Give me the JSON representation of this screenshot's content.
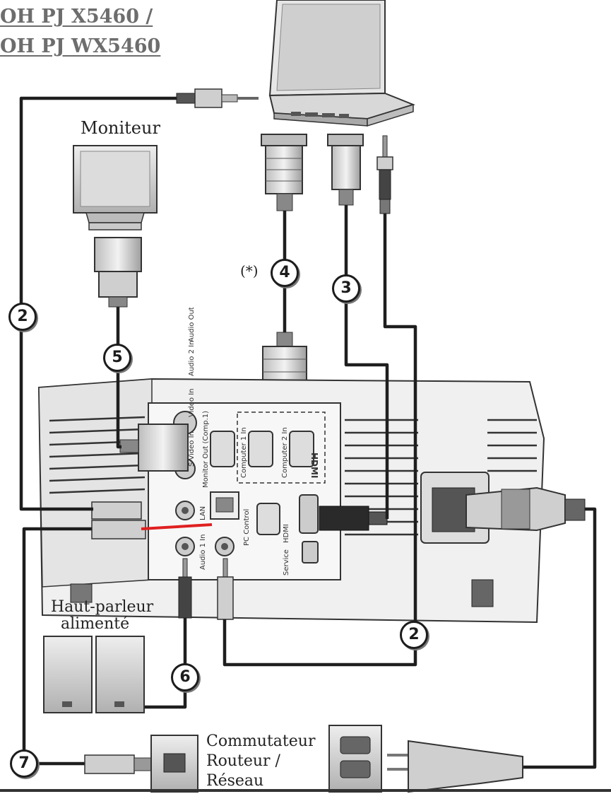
{
  "title": {
    "line1": "OH PJ X5460 /",
    "line2": "OH PJ WX5460"
  },
  "labels": {
    "monitor": "Moniteur",
    "speaker_line1": "Haut-parleur",
    "speaker_line2": "alimenté",
    "switch_line1": "Commutateur",
    "switch_line2": "Routeur /",
    "switch_line3": "Réseau",
    "optional_mark": "(*)"
  },
  "cable_numbers": {
    "c2_left": "2",
    "c2_right": "2",
    "c3": "3",
    "c4": "4",
    "c5": "5",
    "c6": "6",
    "c7": "7"
  },
  "ports": {
    "svideo": "S-Video In",
    "video": "Video In",
    "audio2": "Audio 2 In",
    "audio_out": "Audio Out",
    "monitor_out": "Monitor Out (Comp.1)",
    "computer1": "Computer 1 In",
    "computer2": "Computer 2 In",
    "lan": "LAN",
    "audio1": "Audio 1 In",
    "pc_control": "PC Control",
    "service": "Service",
    "hdmi": "HDMI",
    "hdmi_logo": "HDMI"
  },
  "colors": {
    "cable": "#1e1e1e",
    "lan_cable": "#e02020",
    "device_gray": "#d4d4d4",
    "device_dark": "#8a8a8a"
  }
}
